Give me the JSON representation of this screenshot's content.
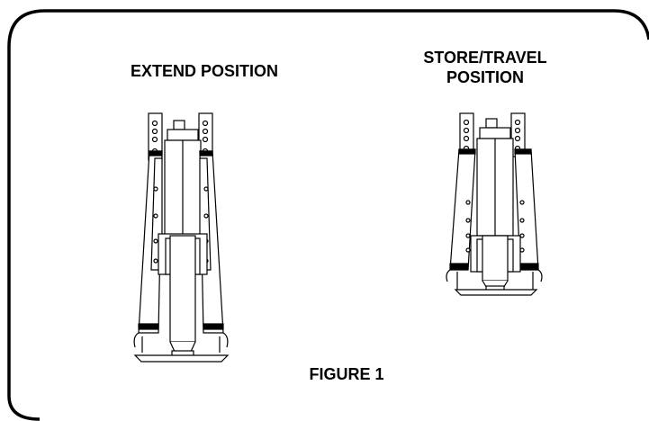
{
  "labels": {
    "extend_position": "EXTEND POSITION",
    "store_line1": "STORE/TRAVEL",
    "store_line2": "POSITION",
    "figure": "FIGURE 1"
  }
}
